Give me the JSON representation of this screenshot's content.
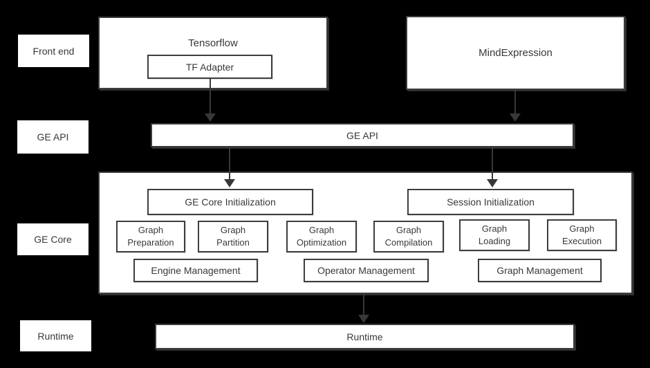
{
  "colors": {
    "background": "#000000",
    "box_fill": "#ffffff",
    "box_border": "#3d3d3d",
    "text": "#383838",
    "arrow": "#383838"
  },
  "row_labels": [
    {
      "label": "Front end"
    },
    {
      "label": "GE API"
    },
    {
      "label": "GE Core"
    },
    {
      "label": "Runtime"
    }
  ],
  "front_end": {
    "tensorflow_label": "Tensorflow",
    "tf_adapter_label": "TF Adapter",
    "mindexpression_label": "MindExpression"
  },
  "ge_api": {
    "label": "GE API"
  },
  "ge_core": {
    "init_boxes": [
      {
        "label": "GE Core Initialization"
      },
      {
        "label": "Session Initialization"
      }
    ],
    "stage_boxes": [
      {
        "label": "Graph Preparation"
      },
      {
        "label": "Graph Partition"
      },
      {
        "label": "Graph Optimization"
      },
      {
        "label": "Graph Compilation"
      },
      {
        "label": "Graph Loading"
      },
      {
        "label": "Graph Execution"
      }
    ],
    "management_boxes": [
      {
        "label": "Engine Management"
      },
      {
        "label": "Operator Management"
      },
      {
        "label": "Graph Management"
      }
    ]
  },
  "runtime": {
    "label": "Runtime"
  }
}
